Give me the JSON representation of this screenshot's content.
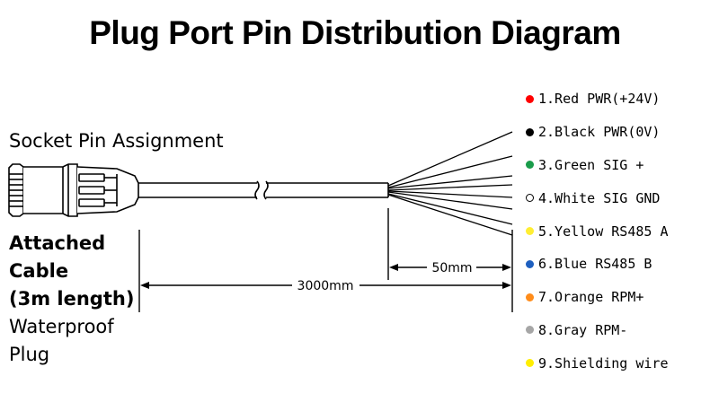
{
  "title": "Plug Port Pin Distribution Diagram",
  "socket_label": "Socket Pin Assignment",
  "cable_label": {
    "line1": "Attached",
    "line2": "Cable",
    "line3": "(3m length)",
    "line4": "Waterproof",
    "line5": "Plug"
  },
  "dimensions": {
    "total_length": "3000mm",
    "lead_length": "50mm"
  },
  "pins": [
    {
      "label": "1.Red PWR(+24V)",
      "color": "#ff0000"
    },
    {
      "label": "2.Black PWR(0V)",
      "color": "#000000"
    },
    {
      "label": "3.Green SIG +",
      "color": "#1a9c4a"
    },
    {
      "label": "4.White SIG GND",
      "color": "#ffffff"
    },
    {
      "label": "5.Yellow RS485 A",
      "color": "#ffee33"
    },
    {
      "label": "6.Blue RS485 B",
      "color": "#1e5fbf"
    },
    {
      "label": "7.Orange RPM+",
      "color": "#ff8c1a"
    },
    {
      "label": "8.Gray RPM-",
      "color": "#a6a6a6"
    },
    {
      "label": "9.Shielding wire",
      "color": "#ffee00"
    }
  ]
}
